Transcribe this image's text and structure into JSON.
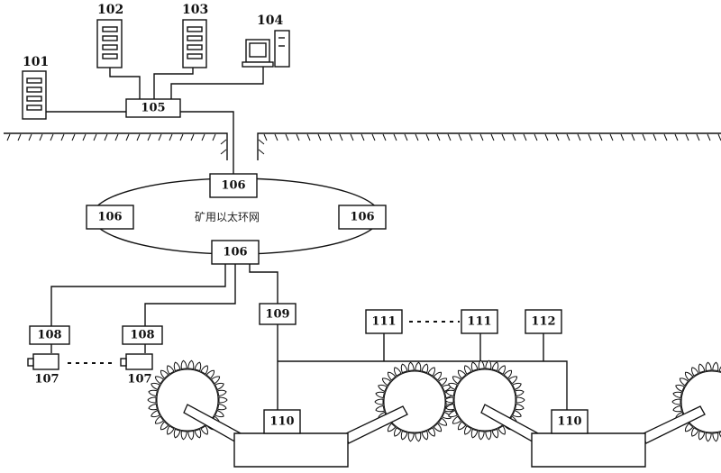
{
  "diagram": {
    "ring_label": "矿用以太环网",
    "servers": [
      {
        "id": "101",
        "label": "101"
      },
      {
        "id": "102",
        "label": "102"
      },
      {
        "id": "103",
        "label": "103"
      }
    ],
    "workstation": {
      "id": "104",
      "label": "104"
    },
    "surface_switch": {
      "label": "105"
    },
    "ring_nodes": [
      {
        "position": "top",
        "label": "106"
      },
      {
        "position": "left",
        "label": "106"
      },
      {
        "position": "right",
        "label": "106"
      },
      {
        "position": "bottom",
        "label": "106"
      }
    ],
    "cameras": [
      {
        "label": "107",
        "adapter_label": "108"
      },
      {
        "label": "107",
        "adapter_label": "108"
      }
    ],
    "substation": {
      "label": "109"
    },
    "sensors": [
      {
        "label": "111"
      },
      {
        "label": "111"
      }
    ],
    "device_112": {
      "label": "112"
    },
    "shearers": [
      {
        "controller_label": "110"
      },
      {
        "controller_label": "110"
      }
    ]
  }
}
